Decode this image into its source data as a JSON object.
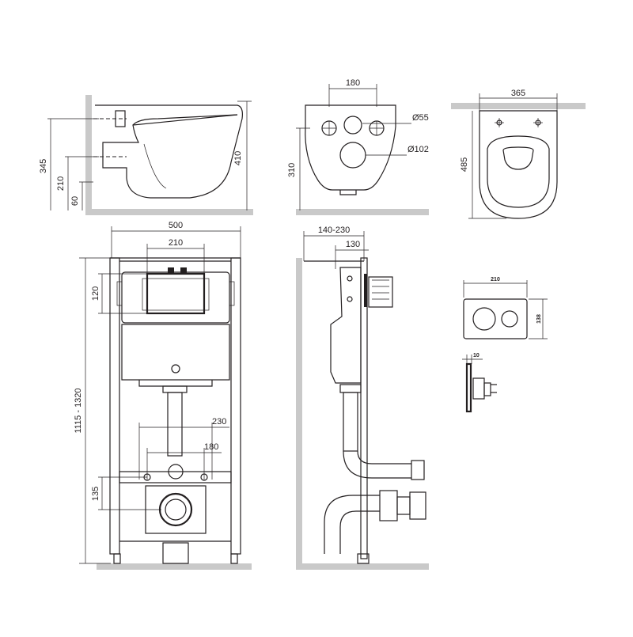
{
  "dimensions": {
    "side_view": {
      "height_345": "345",
      "height_210": "210",
      "height_60": "60",
      "height_410": "410"
    },
    "rear_view": {
      "width_180": "180",
      "dia_55": "Ø55",
      "dia_102": "Ø102",
      "height_310": "310"
    },
    "top_view": {
      "width_365": "365",
      "depth_485": "485"
    },
    "frame_front": {
      "width_500": "500",
      "width_210": "210",
      "height_120": "120",
      "height_range": "1115 - 1320",
      "width_230": "230",
      "width_180": "180",
      "height_135": "135"
    },
    "frame_side": {
      "depth_range": "140-230",
      "depth_130": "130"
    },
    "flush_plate": {
      "width_210": "210",
      "height_138": "138",
      "thickness_10": "10"
    }
  },
  "colors": {
    "line": "#231f20",
    "wall": "#c9c9c9"
  }
}
